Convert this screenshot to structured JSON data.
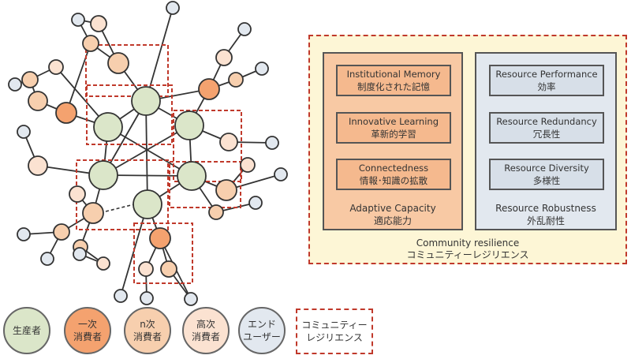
{
  "colors": {
    "producer": "#dbe6c9",
    "primary_consumer": "#f4a26f",
    "n_consumer": "#f7cfae",
    "higher_consumer": "#fbe2d1",
    "end_user": "#e2e8ef",
    "community_resilience": "#c0392b",
    "outer_fill": "#fdf6d6"
  },
  "resilience": {
    "outer_label_en": "Community resilience",
    "outer_label_ja": "コミュニティーレジリエンス",
    "adaptive": {
      "label_en": "Adaptive Capacity",
      "label_ja": "適応能力",
      "boxes": [
        {
          "en": "Institutional Memory",
          "ja": "制度化された記憶"
        },
        {
          "en": "Innovative Learning",
          "ja": "革新的学習"
        },
        {
          "en": "Connectedness",
          "ja": "情報･知識の拡散"
        }
      ]
    },
    "resource": {
      "label_en": "Resource Robustness",
      "label_ja": "外乱耐性",
      "boxes": [
        {
          "en": "Resource Performance",
          "ja": "効率"
        },
        {
          "en": "Resource Redundancy",
          "ja": "冗長性"
        },
        {
          "en": "Resource Diversity",
          "ja": "多様性"
        }
      ]
    }
  },
  "legend": [
    {
      "label": "生産者",
      "color": "#dbe6c9"
    },
    {
      "label": "一次\n消費者",
      "color": "#f4a26f"
    },
    {
      "label": "n次\n消費者",
      "color": "#f7cfae"
    },
    {
      "label": "高次\n消費者",
      "color": "#fbe2d1"
    },
    {
      "label": "エンド\nユーザー",
      "color": "#e2e8ef"
    }
  ],
  "legend_dashed_label": "コミュニティー\nレジリエンス"
}
